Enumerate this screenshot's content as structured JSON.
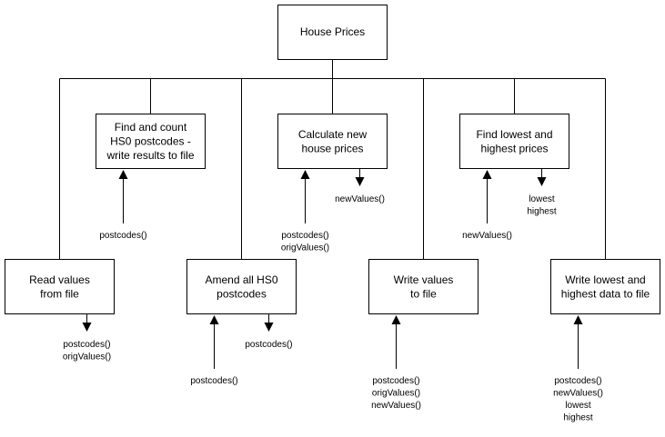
{
  "diagram": {
    "root": {
      "label": "House Prices"
    },
    "modules": [
      {
        "id": "read",
        "lines": [
          "Read values",
          "from file"
        ],
        "data_in": [],
        "data_out": [
          "postcodes()",
          "origValues()"
        ]
      },
      {
        "id": "count",
        "lines": [
          "Find and count",
          "HS0 postcodes -",
          "write results to file"
        ],
        "data_in": [
          "postcodes()"
        ],
        "data_out": []
      },
      {
        "id": "amend",
        "lines": [
          "Amend all HS0",
          "postcodes"
        ],
        "data_in": [
          "postcodes()"
        ],
        "data_out": [
          "postcodes()"
        ]
      },
      {
        "id": "calc",
        "lines": [
          "Calculate new",
          "house prices"
        ],
        "data_in": [
          "postcodes()",
          "origValues()"
        ],
        "data_out": [
          "newValues()"
        ]
      },
      {
        "id": "write",
        "lines": [
          "Write values",
          "to file"
        ],
        "data_in": [
          "postcodes()",
          "origValues()",
          "newValues()"
        ],
        "data_out": []
      },
      {
        "id": "lowhigh",
        "lines": [
          "Find lowest and",
          "highest prices"
        ],
        "data_in": [
          "newValues()"
        ],
        "data_out": [
          "lowest",
          "highest"
        ]
      },
      {
        "id": "writelh",
        "lines": [
          "Write lowest and",
          "highest data to file"
        ],
        "data_in": [
          "postcodes()",
          "newValues()",
          "lowest",
          "highest"
        ],
        "data_out": []
      }
    ]
  }
}
